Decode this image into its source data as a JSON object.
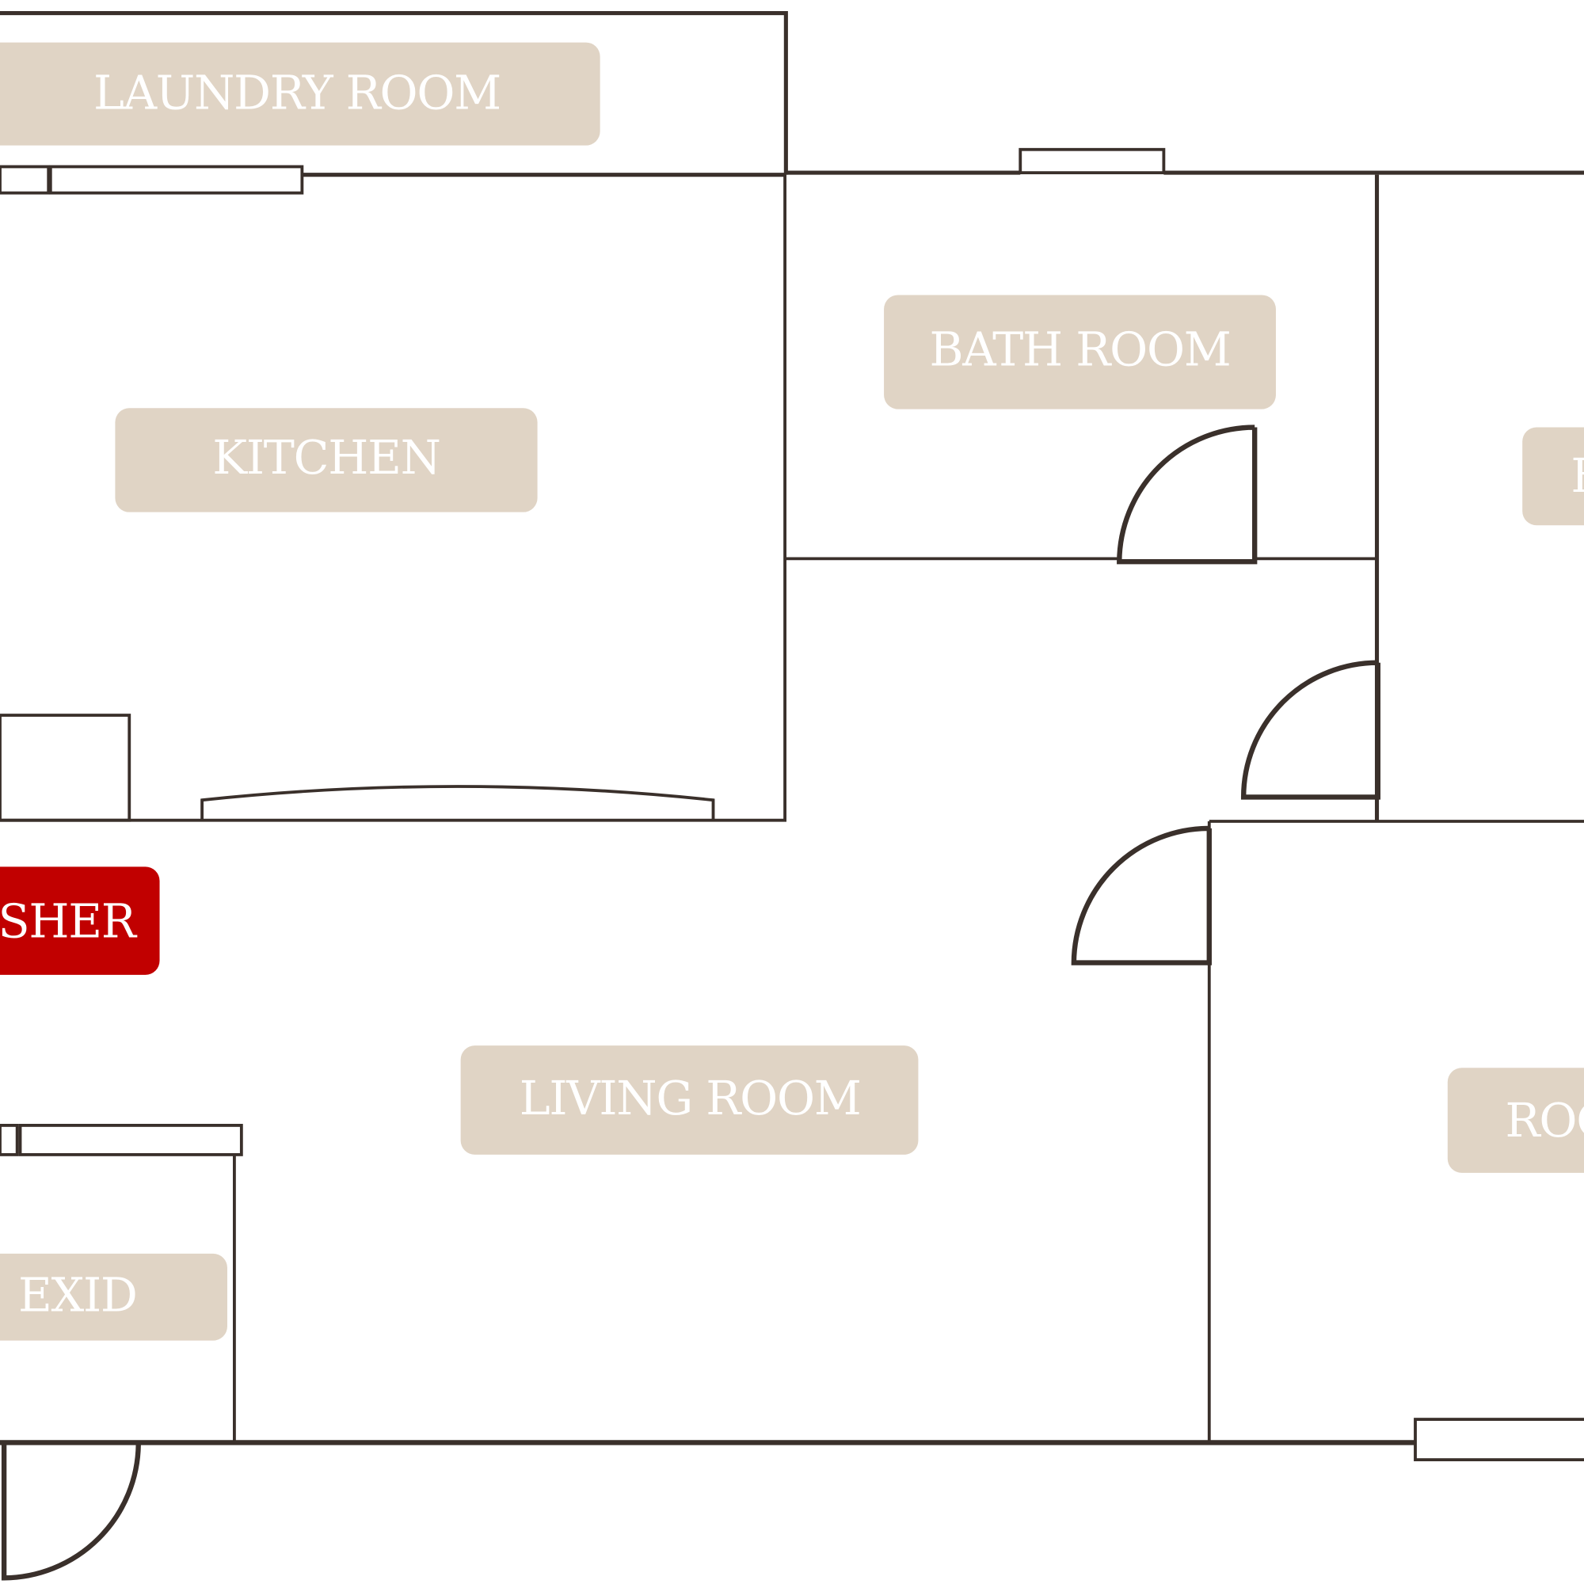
{
  "title": "Floor plan",
  "colors": {
    "wall": "#3a302b",
    "label_bg": "#e0d4c5",
    "highlight": "#c10000",
    "label_text": "#ffffff"
  },
  "rooms": {
    "laundry": "LAUNDRY ROOM",
    "kitchen": "KITCHEN",
    "bath": "BATH ROOM",
    "right_top_partial": "B",
    "washer_partial": "SHER",
    "living": "LIVING ROOM",
    "exit": "EXID",
    "right_bottom_partial": "ROO"
  }
}
